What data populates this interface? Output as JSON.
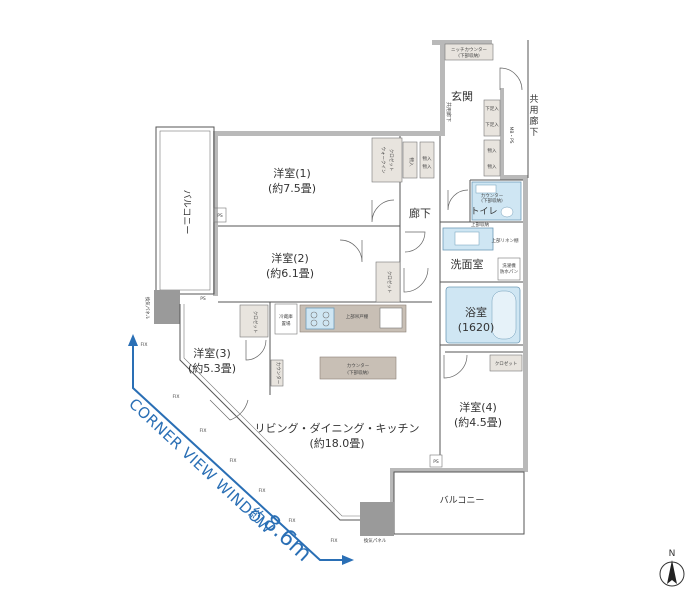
{
  "rooms": {
    "western_1": {
      "name": "洋室(1)",
      "size": "(約7.5畳)"
    },
    "western_2": {
      "name": "洋室(2)",
      "size": "(約6.1畳)"
    },
    "western_3": {
      "name": "洋室(3)",
      "size": "(約5.3畳)"
    },
    "western_4": {
      "name": "洋室(4)",
      "size": "(約4.5畳)"
    },
    "ldk": {
      "name": "リビング・ダイニング・キッチン",
      "size": "(約18.0畳)"
    },
    "bath": {
      "name": "浴室",
      "size": "(1620)"
    },
    "washroom": "洗面室",
    "toilet": "トイレ",
    "entrance": "玄関",
    "corridor": "廊下",
    "shared_corridor": [
      "共",
      "用",
      "廊",
      "下"
    ],
    "balcony_left": "バルコニー",
    "balcony_bottom": "バルコニー"
  },
  "small_labels": {
    "niche_counter": "ニッチカウンター",
    "niche_counter_sub": "(下部収納)",
    "walk_in_closet": "ウォークイン",
    "walk_in_closet_2": "クロゼット",
    "closet": "クロゼット",
    "storage": "物入",
    "shoe_box": "下足入",
    "mbps": "MB・PS",
    "ps": "PS",
    "counter_toilet": "カウンター",
    "counter_toilet_sub": "(下部収納)",
    "upper_storage": "上部収納",
    "upper_linen": "上部リネン棚",
    "washing_pan": "洗濯機",
    "washing_pan_2": "防水パン",
    "fridge": "冷蔵庫",
    "fridge_2": "置場",
    "upper_cabinet": "上部吊戸棚",
    "counter_center": "カウンター",
    "counter_center_sub": "(下部収納)",
    "counter_w3": "カウンター",
    "counter_w3_sub": "(下部収納)",
    "fix": "FIX",
    "solar_panel": "換気パネル",
    "hallway_frame": "共用廊下"
  },
  "corner_window": {
    "text": "CORNER VIEW WINDOW",
    "approx": "約",
    "length": "8.6m"
  },
  "north": "N"
}
